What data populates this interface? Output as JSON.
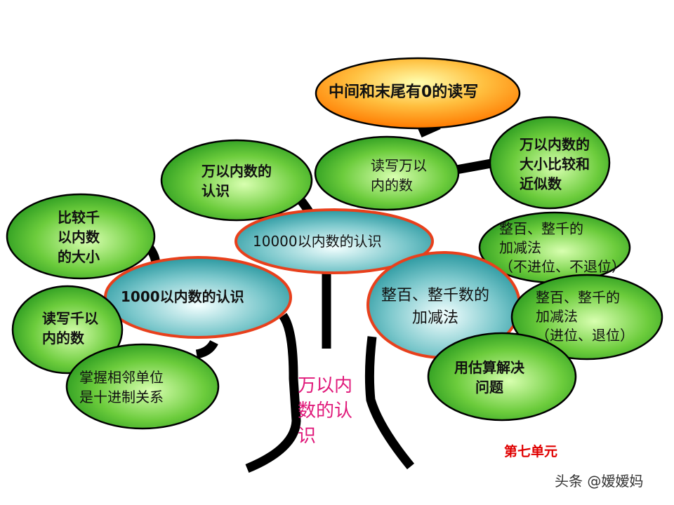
{
  "nodes": {
    "top": "中间和末尾有0的读写",
    "wan_recognize": "万以内数的\n认识",
    "read_write_wan": "读写万以\n内的数",
    "compare_wan": "万以内数的\n大小比较和\n近似数",
    "compare_qian": "比较千\n以内数\n的大小",
    "center": "10000以内数的认识",
    "add_sub_no_carry": "整百、整千的\n加减法\n（不进位、不退位）",
    "qian_recognize": "1000以内数的认识",
    "add_sub_main": "整百、整千数的\n加减法",
    "read_write_qian": "读写千以\n内的数",
    "add_sub_carry": "整百、整千的\n加减法\n（进位、退位）",
    "decimal_relation": "掌握相邻单位\n是十进制关系",
    "estimate": "用估算解决\n问题"
  },
  "trunk_label": "万以内\n数的认\n识",
  "unit_label": "第七单元",
  "watermark": "头条 @嫒嫒妈",
  "colors": {
    "green": "#2ea82e",
    "teal": "#2aa0a8",
    "orange": "#ff8c00",
    "border_red": "#e8401c",
    "pink": "#e0197a",
    "red": "#e00000"
  }
}
